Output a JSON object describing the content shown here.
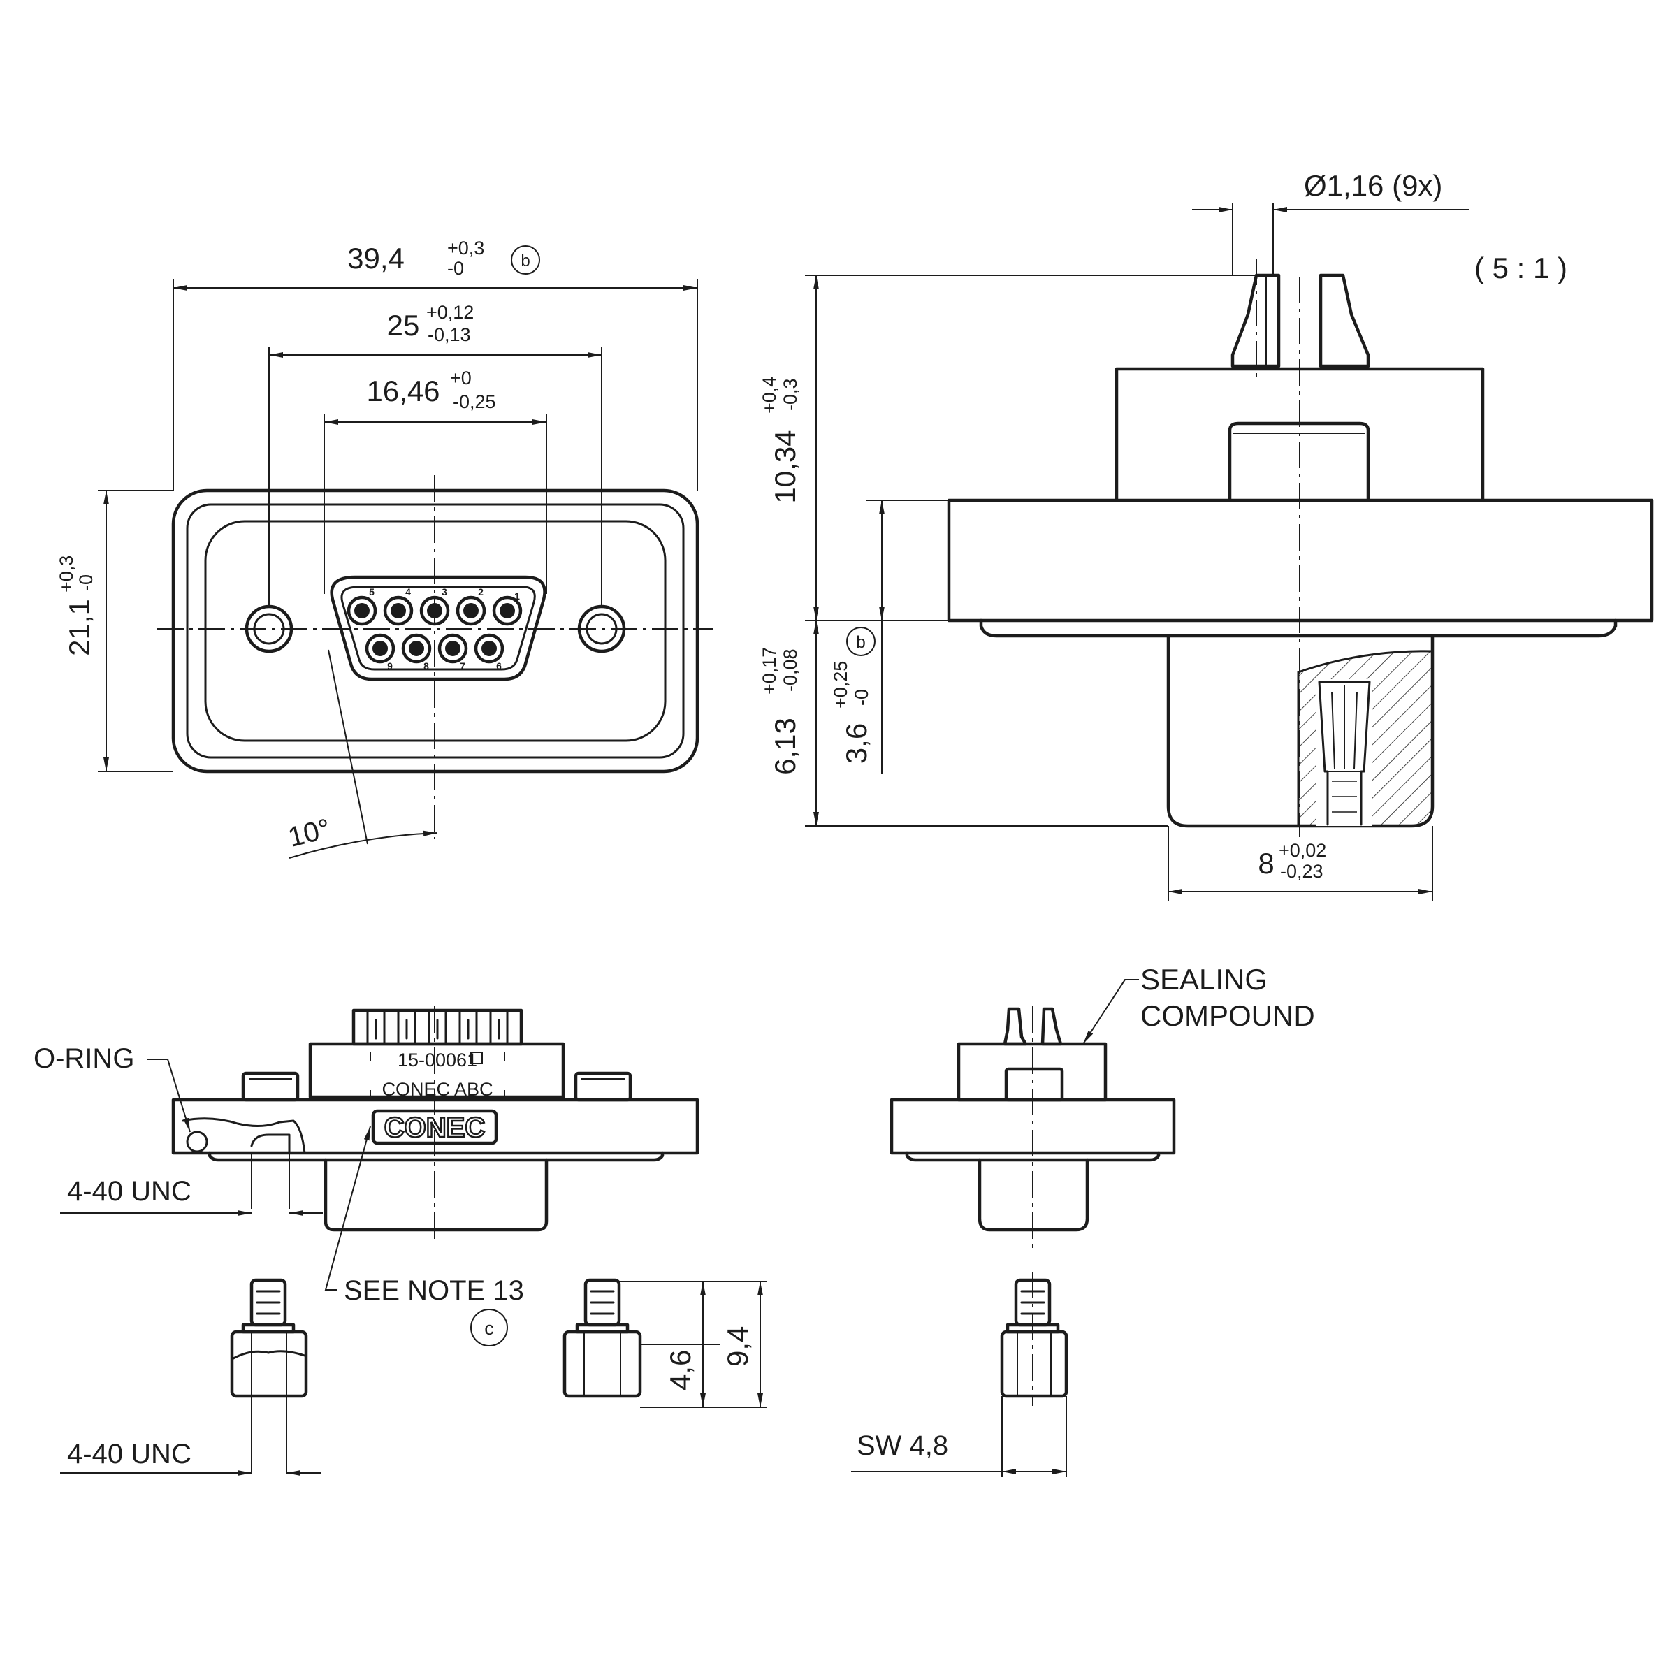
{
  "scale": "( 5 : 1 )",
  "front_view": {
    "width_main": "39,4",
    "width_main_tol_upper": "+0,3",
    "width_main_tol_lower": "-0",
    "width_main_ref": "b",
    "hole_pitch": "25",
    "hole_pitch_tol_upper": "+0,12",
    "hole_pitch_tol_lower": "-0,13",
    "shell_width": "16,46",
    "shell_width_tol_upper": "+0",
    "shell_width_tol_lower": "-0,25",
    "height": "21,1",
    "height_tol_upper": "+0,3",
    "height_tol_lower": "-0",
    "angle": "10°",
    "pin_numbers": [
      "5",
      "4",
      "3",
      "2",
      "1",
      "9",
      "8",
      "7",
      "6"
    ]
  },
  "side_view": {
    "pin_diameter": "Ø1,16 (9x)",
    "height_upper": "10,34",
    "height_upper_tol_upper": "+0,4",
    "height_upper_tol_lower": "-0,3",
    "height_lower": "6,13",
    "height_lower_tol_upper": "+0,17",
    "height_lower_tol_lower": "-0,08",
    "flange_height": "3,6",
    "flange_height_tol_upper": "+0,25",
    "flange_height_tol_lower": "-0",
    "flange_ref": "b",
    "shell_width": "8",
    "shell_width_tol_upper": "+0,02",
    "shell_width_tol_lower": "-0,23"
  },
  "bottom_view": {
    "o_ring": "O-RING",
    "thread_1": "4-40 UNC",
    "thread_2": "4-40 UNC",
    "marking_1": "15-00061",
    "marking_2": "CONEC ABC",
    "logo": "CONEC",
    "see_note": "SEE NOTE 13",
    "note_ref": "c",
    "dim_small": "4,6",
    "dim_large": "9,4"
  },
  "right_lower_view": {
    "sealing_line_1": "SEALING",
    "sealing_line_2": "COMPOUND",
    "wrench_size": "SW 4,8"
  }
}
